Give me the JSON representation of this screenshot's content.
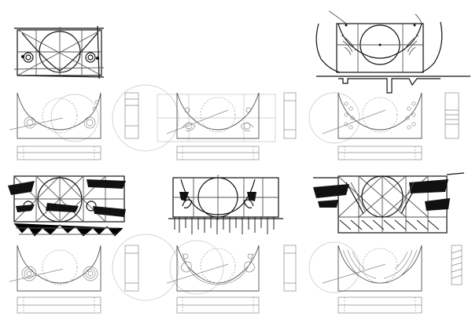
{
  "sheet": {
    "background": "#ffffff",
    "ink_color": "#111111",
    "construction_color": "#8a8a8a",
    "guide_color": "#c4c4c4"
  },
  "panels": [
    {
      "row": 1,
      "col": 1,
      "kind": "sketch"
    },
    {
      "row": 1,
      "col": 3,
      "kind": "sketch"
    },
    {
      "row": 2,
      "col": 1,
      "kind": "clean-drawing"
    },
    {
      "row": 2,
      "col": 2,
      "kind": "clean-drawing"
    },
    {
      "row": 2,
      "col": 3,
      "kind": "clean-drawing"
    },
    {
      "row": 3,
      "col": 1,
      "kind": "sketch"
    },
    {
      "row": 3,
      "col": 2,
      "kind": "sketch"
    },
    {
      "row": 3,
      "col": 3,
      "kind": "sketch"
    },
    {
      "row": 4,
      "col": 1,
      "kind": "clean-drawing"
    },
    {
      "row": 4,
      "col": 2,
      "kind": "clean-drawing"
    },
    {
      "row": 4,
      "col": 3,
      "kind": "clean-drawing"
    }
  ]
}
